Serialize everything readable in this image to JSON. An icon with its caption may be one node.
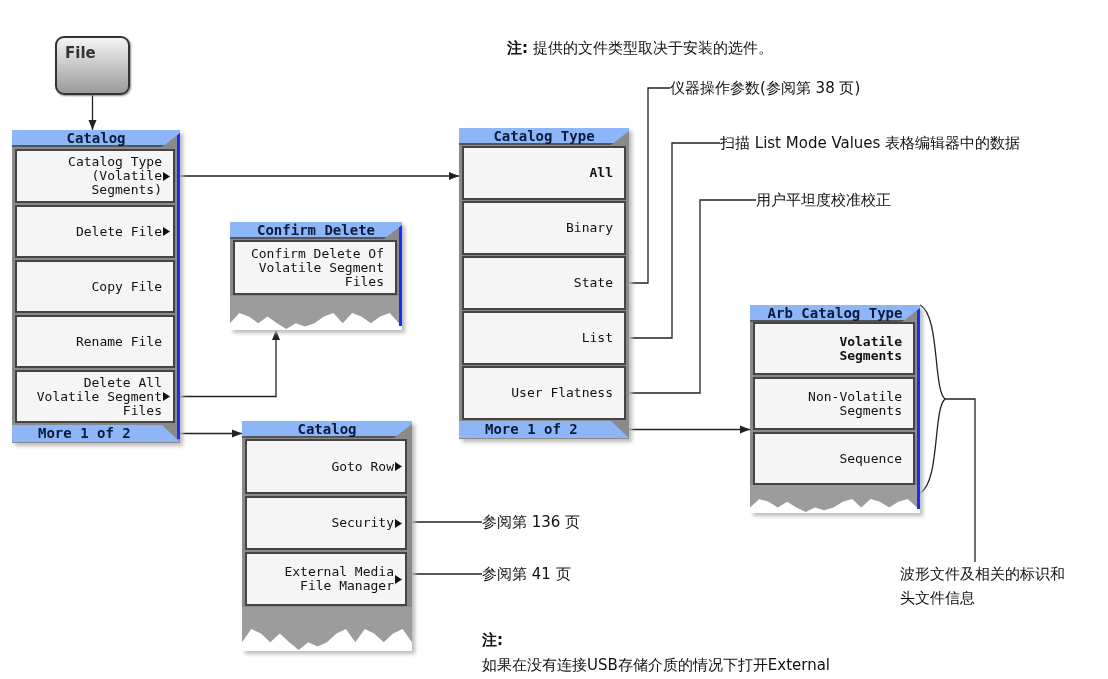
{
  "diagram": {
    "nodes": [
      {
        "text": [
          "File"
        ]
      },
      {
        "text": [
          "Catalog"
        ]
      },
      {
        "text": [
          "Catalog Type (Volatile Segments)"
        ],
        "in": 1
      },
      {
        "text": [
          "Delete File"
        ],
        "in": 1
      },
      {
        "text": [
          "Copy File"
        ],
        "in": 1
      },
      {
        "text": [
          "Rename File"
        ],
        "in": 1
      },
      {
        "text": [
          "Delete All Volatile Segment Files"
        ],
        "in": 1
      },
      {
        "text": [
          "More 1 of 2"
        ],
        "in": 1
      },
      {
        "text": [
          "Confirm Delete"
        ]
      },
      {
        "text": [
          "Confirm Delete Of Volatile Segment Files"
        ],
        "in": 8
      },
      {
        "text": [
          "Catalog Type"
        ]
      },
      {
        "text": [
          "All"
        ],
        "in": 10
      },
      {
        "text": [
          "Binary"
        ],
        "in": 10
      },
      {
        "text": [
          "State"
        ],
        "in": 10
      },
      {
        "text": [
          "List"
        ],
        "in": 10
      },
      {
        "text": [
          "User Flatness"
        ],
        "in": 10
      },
      {
        "text": [
          "More 1 of 2"
        ],
        "in": 10
      },
      {
        "text": [
          "Catalog"
        ]
      },
      {
        "text": [
          "Goto Row"
        ],
        "in": 17
      },
      {
        "text": [
          "Security"
        ],
        "in": 17
      },
      {
        "text": [
          "External Media File Manager"
        ],
        "in": 17
      },
      {
        "text": [
          "Arb Catalog Type"
        ]
      },
      {
        "text": [
          "Volatile Segments"
        ],
        "in": 21
      },
      {
        "text": [
          "Non-Volatile Segments"
        ],
        "in": 21
      },
      {
        "text": [
          "Sequence"
        ],
        "in": 21
      },
      {
        "text": [
          "仪器操作参数(参阅第 38 页)"
        ]
      },
      {
        "text": [
          "扫描 List Mode Values 表格编辑器中的数据"
        ]
      },
      {
        "text": [
          "用户平坦度校准校正"
        ]
      },
      {
        "text": [
          "参阅第 136 页"
        ]
      },
      {
        "text": [
          "参阅第 41 页"
        ]
      },
      {
        "text": [
          "波形文件及相关的标识和头文件信息"
        ]
      }
    ],
    "edges": [
      {
        "from": 0,
        "to": 1,
        "arrow": "to"
      },
      {
        "from": 2,
        "to": 10,
        "arrow": "to"
      },
      {
        "from": 6,
        "to": 8,
        "arrow": "to"
      },
      {
        "from": 7,
        "to": 17,
        "arrow": "to"
      },
      {
        "from": 16,
        "to": 21,
        "arrow": "to"
      },
      {
        "from": 25,
        "to": 13,
        "arrow": "none"
      },
      {
        "from": 26,
        "to": 14,
        "arrow": "none"
      },
      {
        "from": 27,
        "to": 15,
        "arrow": "none"
      },
      {
        "from": 28,
        "to": 19,
        "arrow": "none"
      },
      {
        "from": 29,
        "to": 20,
        "arrow": "none"
      },
      {
        "from": 30,
        "to": 21,
        "arrow": "none"
      }
    ],
    "labels": [
      "**注:** 提供的文件类型取决于安装的选件。",
      "注:",
      "如果在没有连接USB存储介质的情况下打开External"
    ]
  }
}
